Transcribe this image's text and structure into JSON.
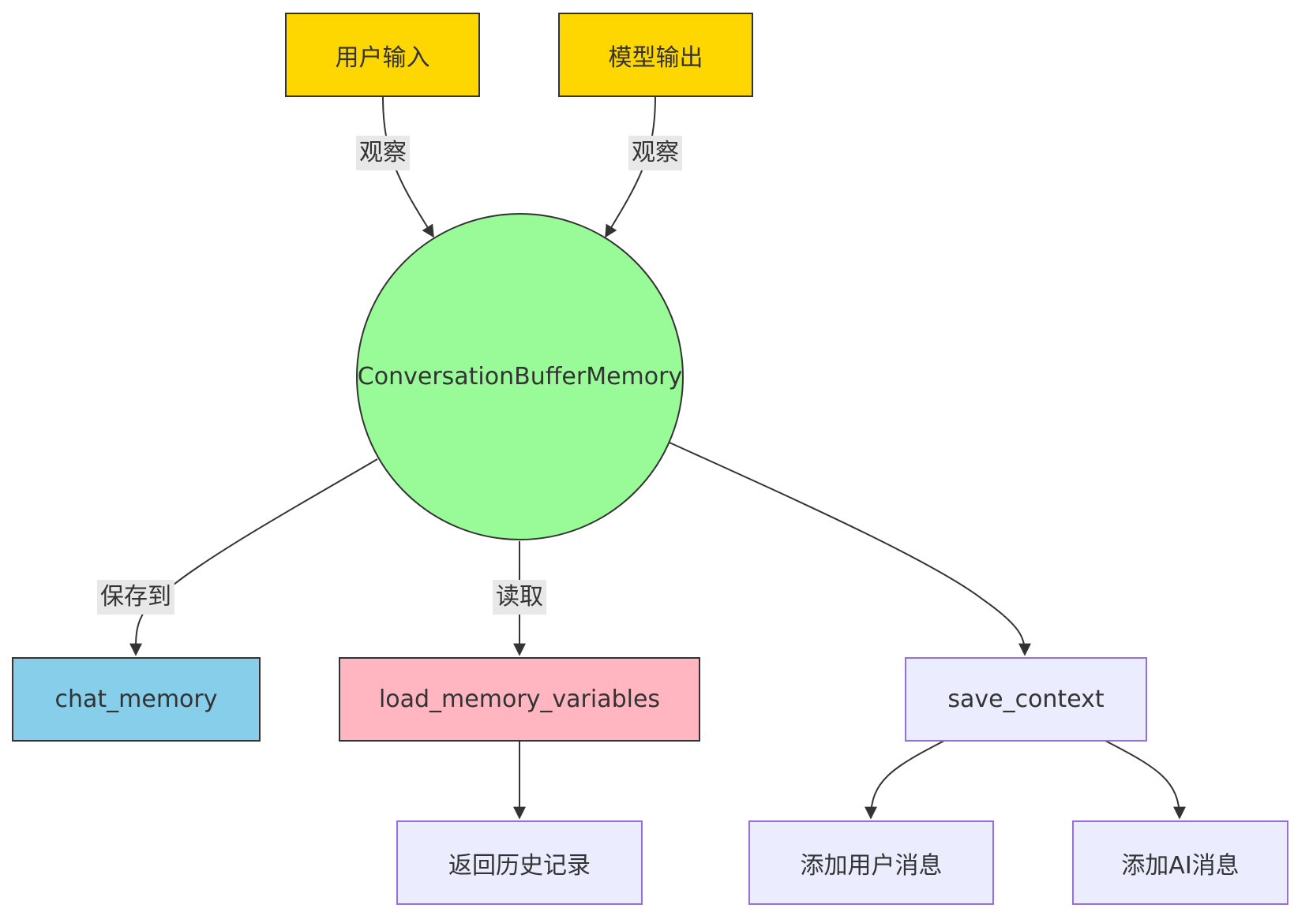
{
  "nodes": {
    "user_input": {
      "label": "用户输入",
      "fill": "#FFD700"
    },
    "model_output": {
      "label": "模型输出",
      "fill": "#FFD700"
    },
    "memory": {
      "label": "ConversationBufferMemory",
      "fill": "#98FB98"
    },
    "chat_memory": {
      "label": "chat_memory",
      "fill": "#87CEEB"
    },
    "load_memory_variables": {
      "label": "load_memory_variables",
      "fill": "#FFB6C1"
    },
    "save_context": {
      "label": "save_context",
      "fill": "#ECECFF"
    },
    "return_history": {
      "label": "返回历史记录",
      "fill": "#ECECFF"
    },
    "add_user_message": {
      "label": "添加用户消息",
      "fill": "#ECECFF"
    },
    "add_ai_message": {
      "label": "添加AI消息",
      "fill": "#ECECFF"
    }
  },
  "edges": {
    "user_observe": {
      "from": "user_input",
      "to": "memory",
      "label": "观察"
    },
    "model_observe": {
      "from": "model_output",
      "to": "memory",
      "label": "观察"
    },
    "save_to": {
      "from": "memory",
      "to": "chat_memory",
      "label": "保存到"
    },
    "read": {
      "from": "memory",
      "to": "load_memory_variables",
      "label": "读取"
    },
    "to_save_context": {
      "from": "memory",
      "to": "save_context",
      "label": ""
    },
    "to_return_history": {
      "from": "load_memory_variables",
      "to": "return_history",
      "label": ""
    },
    "to_add_user": {
      "from": "save_context",
      "to": "add_user_message",
      "label": ""
    },
    "to_add_ai": {
      "from": "save_context",
      "to": "add_ai_message",
      "label": ""
    }
  },
  "colors": {
    "stroke": "#333333",
    "step_border": "#9370DB",
    "edge_label_bg": "#e8e8e8"
  }
}
